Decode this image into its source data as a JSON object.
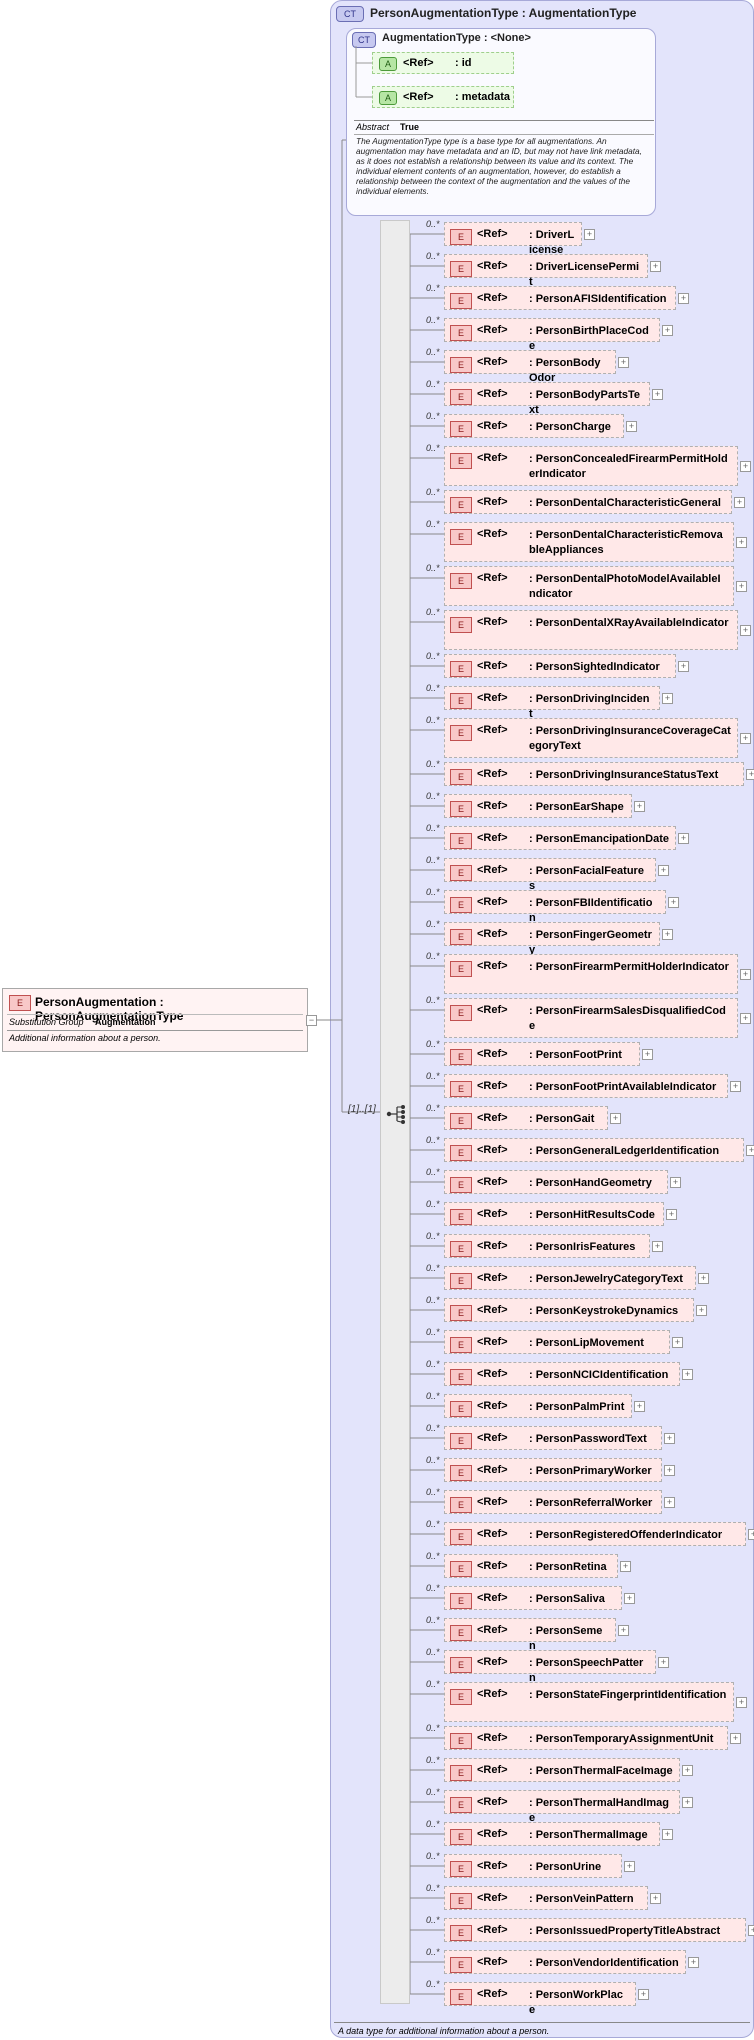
{
  "root": {
    "badge": "E",
    "title": "PersonAugmentation : PersonAugmentationType",
    "substitution_group_label": "Substitution Group",
    "substitution_group_value": "Augmentation",
    "documentation": "Additional information about a person."
  },
  "complex_type": {
    "badge": "CT",
    "title": "PersonAugmentationType : AugmentationType",
    "documentation": "A data type for additional information about a person."
  },
  "base_type": {
    "badge": "CT",
    "title": "AugmentationType : <None>",
    "attributes": [
      {
        "badge": "A",
        "ref": "<Ref>",
        "name": ": id"
      },
      {
        "badge": "A",
        "ref": "<Ref>",
        "name": ": metadata"
      }
    ],
    "abstract_label": "Abstract",
    "abstract_value": "True",
    "documentation": "The AugmentationType type is a base type for all augmentations. An augmentation may have metadata and an ID, but may not have link metadata, as it does not establish a relationship between its value and its context. The individual element contents of an augmentation, however, do establish a relationship between the context of the augmentation and the values of the individual elements."
  },
  "sequence": {
    "occurrence": "[1]..[1]"
  },
  "elements": [
    {
      "badge": "E",
      "occ": "0..*",
      "ref": "<Ref>",
      "name": ": DriverLicense"
    },
    {
      "badge": "E",
      "occ": "0..*",
      "ref": "<Ref>",
      "name": ": DriverLicensePermit"
    },
    {
      "badge": "E",
      "occ": "0..*",
      "ref": "<Ref>",
      "name": ": PersonAFISIdentification"
    },
    {
      "badge": "E",
      "occ": "0..*",
      "ref": "<Ref>",
      "name": ": PersonBirthPlaceCode"
    },
    {
      "badge": "E",
      "occ": "0..*",
      "ref": "<Ref>",
      "name": ": PersonBodyOdor"
    },
    {
      "badge": "E",
      "occ": "0..*",
      "ref": "<Ref>",
      "name": ": PersonBodyPartsText"
    },
    {
      "badge": "E",
      "occ": "0..*",
      "ref": "<Ref>",
      "name": ": PersonCharge"
    },
    {
      "badge": "E",
      "occ": "0..*",
      "ref": "<Ref>",
      "name": ": PersonConcealedFirearmPermitHolderIndicator"
    },
    {
      "badge": "E",
      "occ": "0..*",
      "ref": "<Ref>",
      "name": ": PersonDentalCharacteristicGeneral"
    },
    {
      "badge": "E",
      "occ": "0..*",
      "ref": "<Ref>",
      "name": ": PersonDentalCharacteristicRemovableAppliances"
    },
    {
      "badge": "E",
      "occ": "0..*",
      "ref": "<Ref>",
      "name": ": PersonDentalPhotoModelAvailableIndicator"
    },
    {
      "badge": "E",
      "occ": "0..*",
      "ref": "<Ref>",
      "name": ": PersonDentalXRayAvailableIndicator"
    },
    {
      "badge": "E",
      "occ": "0..*",
      "ref": "<Ref>",
      "name": ": PersonSightedIndicator"
    },
    {
      "badge": "E",
      "occ": "0..*",
      "ref": "<Ref>",
      "name": ": PersonDrivingIncident"
    },
    {
      "badge": "E",
      "occ": "0..*",
      "ref": "<Ref>",
      "name": ": PersonDrivingInsuranceCoverageCategoryText"
    },
    {
      "badge": "E",
      "occ": "0..*",
      "ref": "<Ref>",
      "name": ": PersonDrivingInsuranceStatusText"
    },
    {
      "badge": "E",
      "occ": "0..*",
      "ref": "<Ref>",
      "name": ": PersonEarShape"
    },
    {
      "badge": "E",
      "occ": "0..*",
      "ref": "<Ref>",
      "name": ": PersonEmancipationDate"
    },
    {
      "badge": "E",
      "occ": "0..*",
      "ref": "<Ref>",
      "name": ": PersonFacialFeatures"
    },
    {
      "badge": "E",
      "occ": "0..*",
      "ref": "<Ref>",
      "name": ": PersonFBIIdentification"
    },
    {
      "badge": "E",
      "occ": "0..*",
      "ref": "<Ref>",
      "name": ": PersonFingerGeometry"
    },
    {
      "badge": "E",
      "occ": "0..*",
      "ref": "<Ref>",
      "name": ": PersonFirearmPermitHolderIndicator"
    },
    {
      "badge": "E",
      "occ": "0..*",
      "ref": "<Ref>",
      "name": ": PersonFirearmSalesDisqualifiedCode"
    },
    {
      "badge": "E",
      "occ": "0..*",
      "ref": "<Ref>",
      "name": ": PersonFootPrint"
    },
    {
      "badge": "E",
      "occ": "0..*",
      "ref": "<Ref>",
      "name": ": PersonFootPrintAvailableIndicator"
    },
    {
      "badge": "E",
      "occ": "0..*",
      "ref": "<Ref>",
      "name": ": PersonGait"
    },
    {
      "badge": "E",
      "occ": "0..*",
      "ref": "<Ref>",
      "name": ": PersonGeneralLedgerIdentification"
    },
    {
      "badge": "E",
      "occ": "0..*",
      "ref": "<Ref>",
      "name": ": PersonHandGeometry"
    },
    {
      "badge": "E",
      "occ": "0..*",
      "ref": "<Ref>",
      "name": ": PersonHitResultsCode"
    },
    {
      "badge": "E",
      "occ": "0..*",
      "ref": "<Ref>",
      "name": ": PersonIrisFeatures"
    },
    {
      "badge": "E",
      "occ": "0..*",
      "ref": "<Ref>",
      "name": ": PersonJewelryCategoryText"
    },
    {
      "badge": "E",
      "occ": "0..*",
      "ref": "<Ref>",
      "name": ": PersonKeystrokeDynamics"
    },
    {
      "badge": "E",
      "occ": "0..*",
      "ref": "<Ref>",
      "name": ": PersonLipMovement"
    },
    {
      "badge": "E",
      "occ": "0..*",
      "ref": "<Ref>",
      "name": ": PersonNCICIdentification"
    },
    {
      "badge": "E",
      "occ": "0..*",
      "ref": "<Ref>",
      "name": ": PersonPalmPrint"
    },
    {
      "badge": "E",
      "occ": "0..*",
      "ref": "<Ref>",
      "name": ": PersonPasswordText"
    },
    {
      "badge": "E",
      "occ": "0..*",
      "ref": "<Ref>",
      "name": ": PersonPrimaryWorker"
    },
    {
      "badge": "E",
      "occ": "0..*",
      "ref": "<Ref>",
      "name": ": PersonReferralWorker"
    },
    {
      "badge": "E",
      "occ": "0..*",
      "ref": "<Ref>",
      "name": ": PersonRegisteredOffenderIndicator"
    },
    {
      "badge": "E",
      "occ": "0..*",
      "ref": "<Ref>",
      "name": ": PersonRetina"
    },
    {
      "badge": "E",
      "occ": "0..*",
      "ref": "<Ref>",
      "name": ": PersonSaliva"
    },
    {
      "badge": "E",
      "occ": "0..*",
      "ref": "<Ref>",
      "name": ": PersonSemen"
    },
    {
      "badge": "E",
      "occ": "0..*",
      "ref": "<Ref>",
      "name": ": PersonSpeechPattern"
    },
    {
      "badge": "E",
      "occ": "0..*",
      "ref": "<Ref>",
      "name": ": PersonStateFingerprintIdentification"
    },
    {
      "badge": "E",
      "occ": "0..*",
      "ref": "<Ref>",
      "name": ": PersonTemporaryAssignmentUnit"
    },
    {
      "badge": "E",
      "occ": "0..*",
      "ref": "<Ref>",
      "name": ": PersonThermalFaceImage"
    },
    {
      "badge": "E",
      "occ": "0..*",
      "ref": "<Ref>",
      "name": ": PersonThermalHandImage"
    },
    {
      "badge": "E",
      "occ": "0..*",
      "ref": "<Ref>",
      "name": ": PersonThermalImage"
    },
    {
      "badge": "E",
      "occ": "0..*",
      "ref": "<Ref>",
      "name": ": PersonUrine"
    },
    {
      "badge": "E",
      "occ": "0..*",
      "ref": "<Ref>",
      "name": ": PersonVeinPattern"
    },
    {
      "badge": "E",
      "occ": "0..*",
      "ref": "<Ref>",
      "name": ": PersonIssuedPropertyTitleAbstract"
    },
    {
      "badge": "E",
      "occ": "0..*",
      "ref": "<Ref>",
      "name": ": PersonVendorIdentification"
    },
    {
      "badge": "E",
      "occ": "0..*",
      "ref": "<Ref>",
      "name": ": PersonWorkPlace"
    }
  ]
}
